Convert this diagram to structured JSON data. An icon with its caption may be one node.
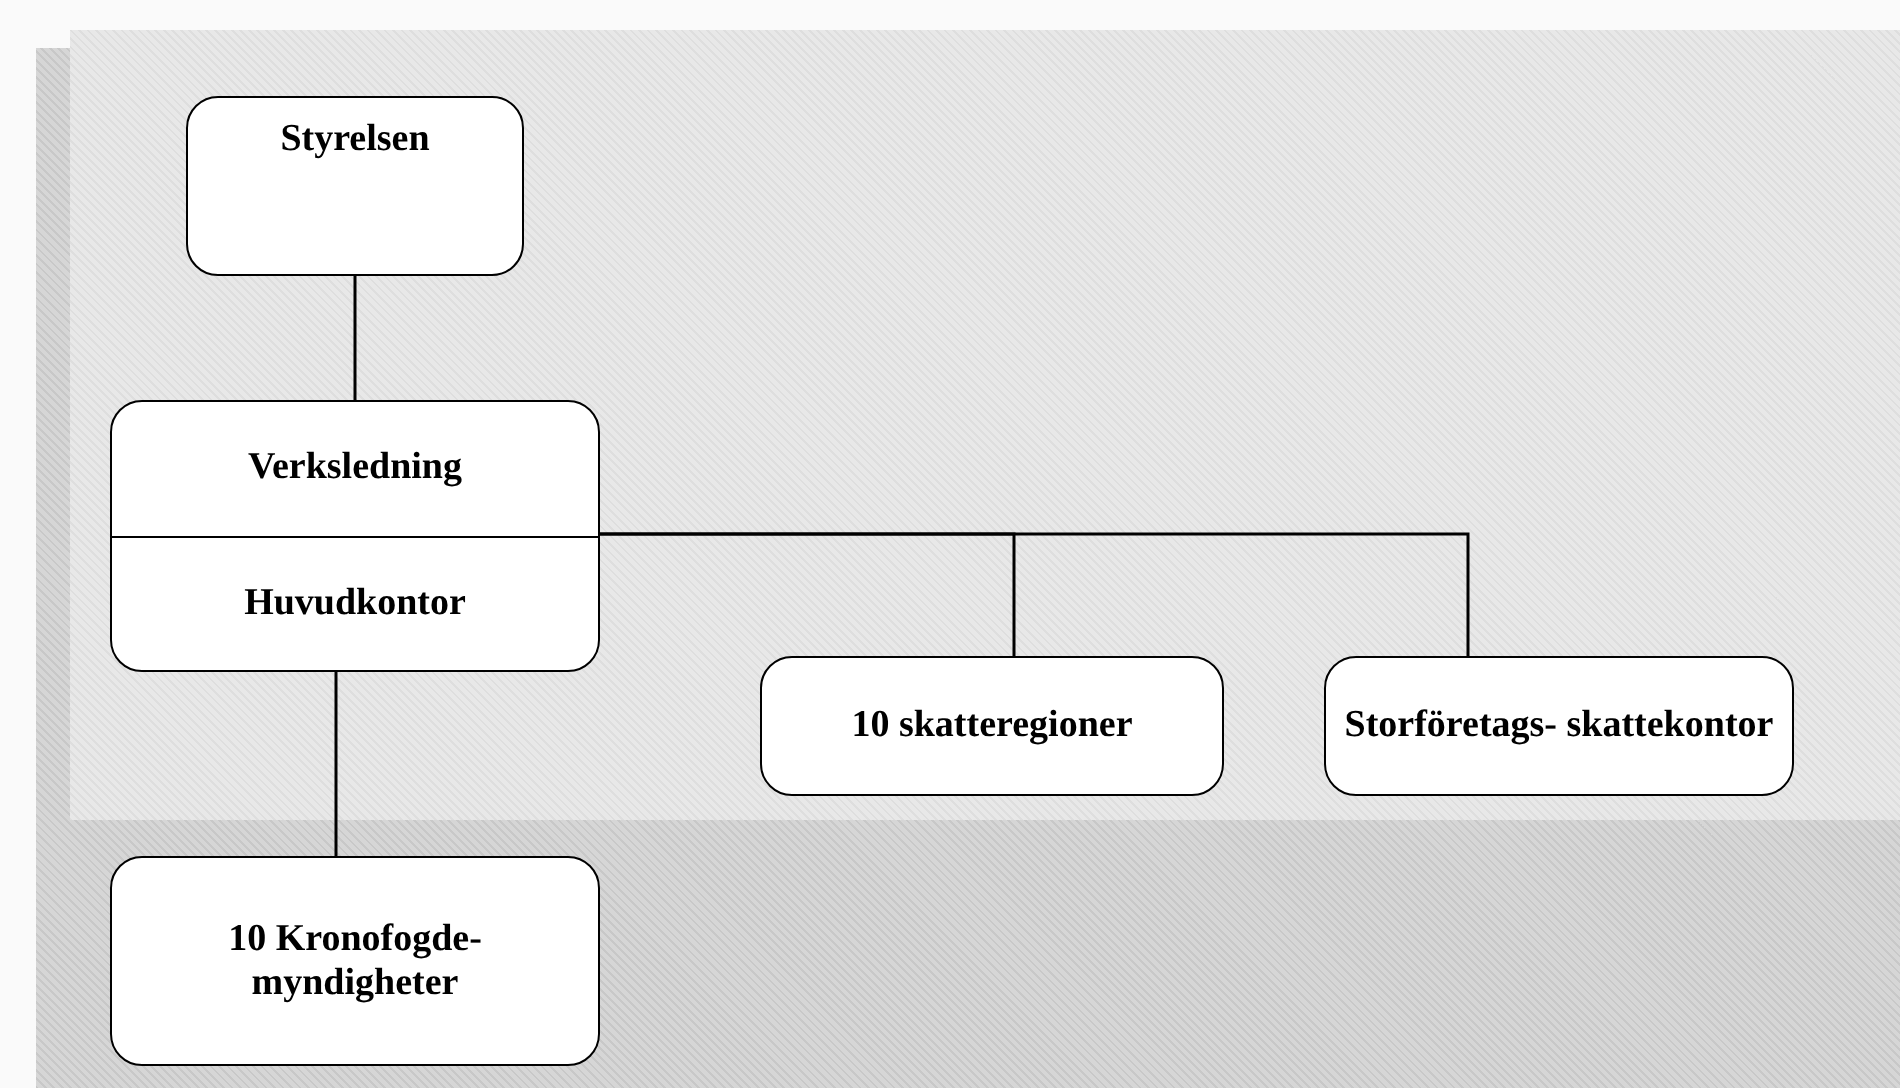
{
  "diagram": {
    "nodes": [
      {
        "text": [
          "Styrelsen"
        ]
      },
      {
        "text": [
          "Verksledning",
          "Huvudkontor"
        ]
      },
      {
        "text": [
          "10 skatteregioner"
        ]
      },
      {
        "text": [
          "Storföretags- skattekontor"
        ]
      },
      {
        "text": [
          "10 Kronofogde- myndigheter"
        ]
      }
    ],
    "edges": [
      {
        "from": 0,
        "to": 1,
        "arrow": "none"
      },
      {
        "from": 1,
        "to": 2,
        "arrow": "none"
      },
      {
        "from": 1,
        "to": 3,
        "arrow": "none"
      },
      {
        "from": 1,
        "to": 4,
        "arrow": "none"
      }
    ]
  }
}
